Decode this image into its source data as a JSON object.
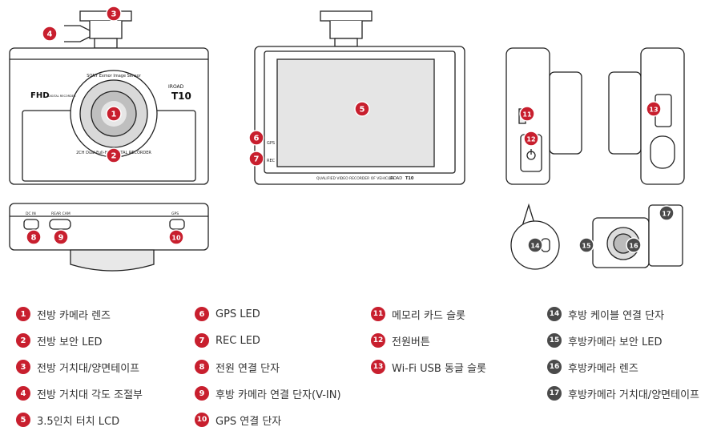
{
  "device": {
    "brand": "IROAD",
    "model": "T10",
    "badge_fhd": "FHD",
    "badge_fhd_sub": "DIGITAL RECORDER",
    "sensor_text": "SONY Exmor Image Sensor",
    "ring_text": "2CH Dual Full-HD DIGITAL RECORDER",
    "screen_caption": "QUALIFIED VIDEO RECORDER OF VEHICLES",
    "port_gps_label": "GPS",
    "port_rec_label": "REC",
    "port_dcin": "DC IN",
    "port_rearcam": "REAR CAM",
    "port_gps": "GPS",
    "colors": {
      "accent": "#c81f2e",
      "dark_badge": "#4a4a4a",
      "screen": "#e5e5e5"
    }
  },
  "callouts": [
    {
      "num": "1",
      "tone": "red"
    },
    {
      "num": "2",
      "tone": "red"
    },
    {
      "num": "3",
      "tone": "red"
    },
    {
      "num": "4",
      "tone": "red"
    },
    {
      "num": "5",
      "tone": "red"
    },
    {
      "num": "6",
      "tone": "red"
    },
    {
      "num": "7",
      "tone": "red"
    },
    {
      "num": "8",
      "tone": "red"
    },
    {
      "num": "9",
      "tone": "red"
    },
    {
      "num": "10",
      "tone": "red"
    },
    {
      "num": "11",
      "tone": "red"
    },
    {
      "num": "12",
      "tone": "red"
    },
    {
      "num": "13",
      "tone": "red"
    },
    {
      "num": "14",
      "tone": "dark"
    },
    {
      "num": "15",
      "tone": "dark"
    },
    {
      "num": "16",
      "tone": "dark"
    },
    {
      "num": "17",
      "tone": "dark"
    }
  ],
  "legend": [
    {
      "num": "1",
      "tone": "red",
      "label": "전방 카메라 렌즈"
    },
    {
      "num": "2",
      "tone": "red",
      "label": "전방 보안 LED"
    },
    {
      "num": "3",
      "tone": "red",
      "label": "전방 거치대/양면테이프"
    },
    {
      "num": "4",
      "tone": "red",
      "label": "전방 거치대 각도 조절부"
    },
    {
      "num": "5",
      "tone": "red",
      "label": "3.5인치 터치 LCD"
    },
    {
      "num": "6",
      "tone": "red",
      "label": "GPS LED"
    },
    {
      "num": "7",
      "tone": "red",
      "label": "REC LED"
    },
    {
      "num": "8",
      "tone": "red",
      "label": "전원 연결 단자"
    },
    {
      "num": "9",
      "tone": "red",
      "label": "후방 카메라 연결 단자(V-IN)"
    },
    {
      "num": "10",
      "tone": "red",
      "label": "GPS 연결 단자"
    },
    {
      "num": "11",
      "tone": "red",
      "label": "메모리 카드 슬롯"
    },
    {
      "num": "12",
      "tone": "red",
      "label": "전원버튼"
    },
    {
      "num": "13",
      "tone": "red",
      "label": "Wi-Fi USB 동글 슬롯"
    },
    {
      "num": "14",
      "tone": "dark",
      "label": "후방 케이블 연결 단자"
    },
    {
      "num": "15",
      "tone": "dark",
      "label": "후방카메라 보안 LED"
    },
    {
      "num": "16",
      "tone": "dark",
      "label": "후방카메라 렌즈"
    },
    {
      "num": "17",
      "tone": "dark",
      "label": "후방카메라 거치대/양면테이프"
    }
  ]
}
